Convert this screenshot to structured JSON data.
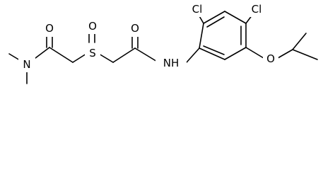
{
  "molecule": {
    "atoms": {
      "amide_o_left": "O",
      "amine_n_left": "N",
      "sulfur": "S",
      "sulfoxide_o": "O",
      "amide_o_right": "O",
      "amide_nh": "NH",
      "chlorine_top_left": "Cl",
      "chlorine_top_right": "Cl",
      "ether_o": "O"
    }
  }
}
